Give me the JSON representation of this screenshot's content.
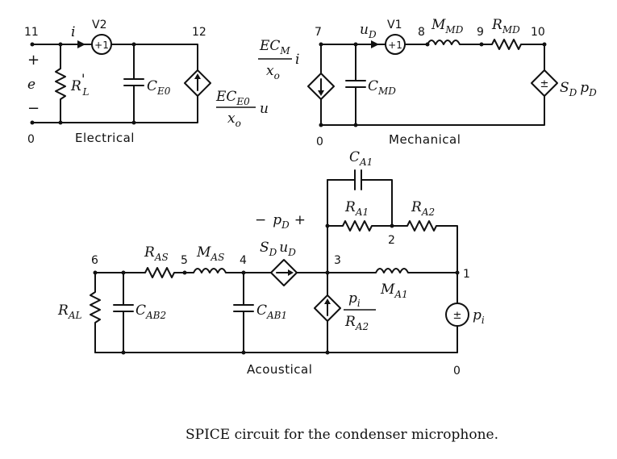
{
  "sections": {
    "electrical": "Electrical",
    "mechanical": "Mechanical",
    "acoustical": "Acoustical"
  },
  "nodes": {
    "n11": "11",
    "n12": "12",
    "n0_elec": "0",
    "n7": "7",
    "n8": "8",
    "n9": "9",
    "n10": "10",
    "n0_mech": "0",
    "n6": "6",
    "n5": "5",
    "n4": "4",
    "n3": "3",
    "n2": "2",
    "n1": "1",
    "n0_acou": "0"
  },
  "sources": {
    "v2": "V2",
    "v1": "V1",
    "plus_one": "+1"
  },
  "electrical": {
    "current": "i",
    "plus": "+",
    "minus": "−",
    "voltage": "e",
    "rl": {
      "base": "R",
      "prime": "'",
      "sub": "L"
    },
    "ce0": {
      "base": "C",
      "sub": "E0"
    },
    "dep_num": {
      "base": "EC",
      "sub": "E0"
    },
    "dep_den": {
      "base": "x",
      "sub": "o"
    },
    "dep_var": "u"
  },
  "mechanical": {
    "dep_num": {
      "base": "EC",
      "sub": "M"
    },
    "dep_den": {
      "base": "x",
      "sub": "o"
    },
    "dep_var": "i",
    "velocity": {
      "base": "u",
      "sub": "D"
    },
    "cmd": {
      "base": "C",
      "sub": "MD"
    },
    "mmd": {
      "base": "M",
      "sub": "MD"
    },
    "rmd": {
      "base": "R",
      "sub": "MD"
    },
    "src": {
      "s": "S",
      "s_sub": "D",
      "p": "p",
      "p_sub": "D"
    },
    "pm_sign": "±"
  },
  "acoustical": {
    "ca1": {
      "base": "C",
      "sub": "A1"
    },
    "ra1": {
      "base": "R",
      "sub": "A1"
    },
    "ra2": {
      "base": "R",
      "sub": "A2"
    },
    "pd": {
      "minus": "−",
      "base": "p",
      "sub": "D",
      "plus": "+"
    },
    "ras": {
      "base": "R",
      "sub": "AS"
    },
    "mas": {
      "base": "M",
      "sub": "AS"
    },
    "sdud": {
      "s": "S",
      "s_sub": "D",
      "u": "u",
      "u_sub": "D"
    },
    "ma1": {
      "base": "M",
      "sub": "A1"
    },
    "ral": {
      "base": "R",
      "sub": "AL"
    },
    "cab2": {
      "base": "C",
      "sub": "AB2"
    },
    "cab1": {
      "base": "C",
      "sub": "AB1"
    },
    "pi_num": {
      "base": "p",
      "sub": "i"
    },
    "pi_den": {
      "base": "R",
      "sub": "A2"
    },
    "src": {
      "base": "p",
      "sub": "i"
    },
    "pm_sign": "±"
  },
  "caption": "SPICE circuit for the condenser microphone."
}
